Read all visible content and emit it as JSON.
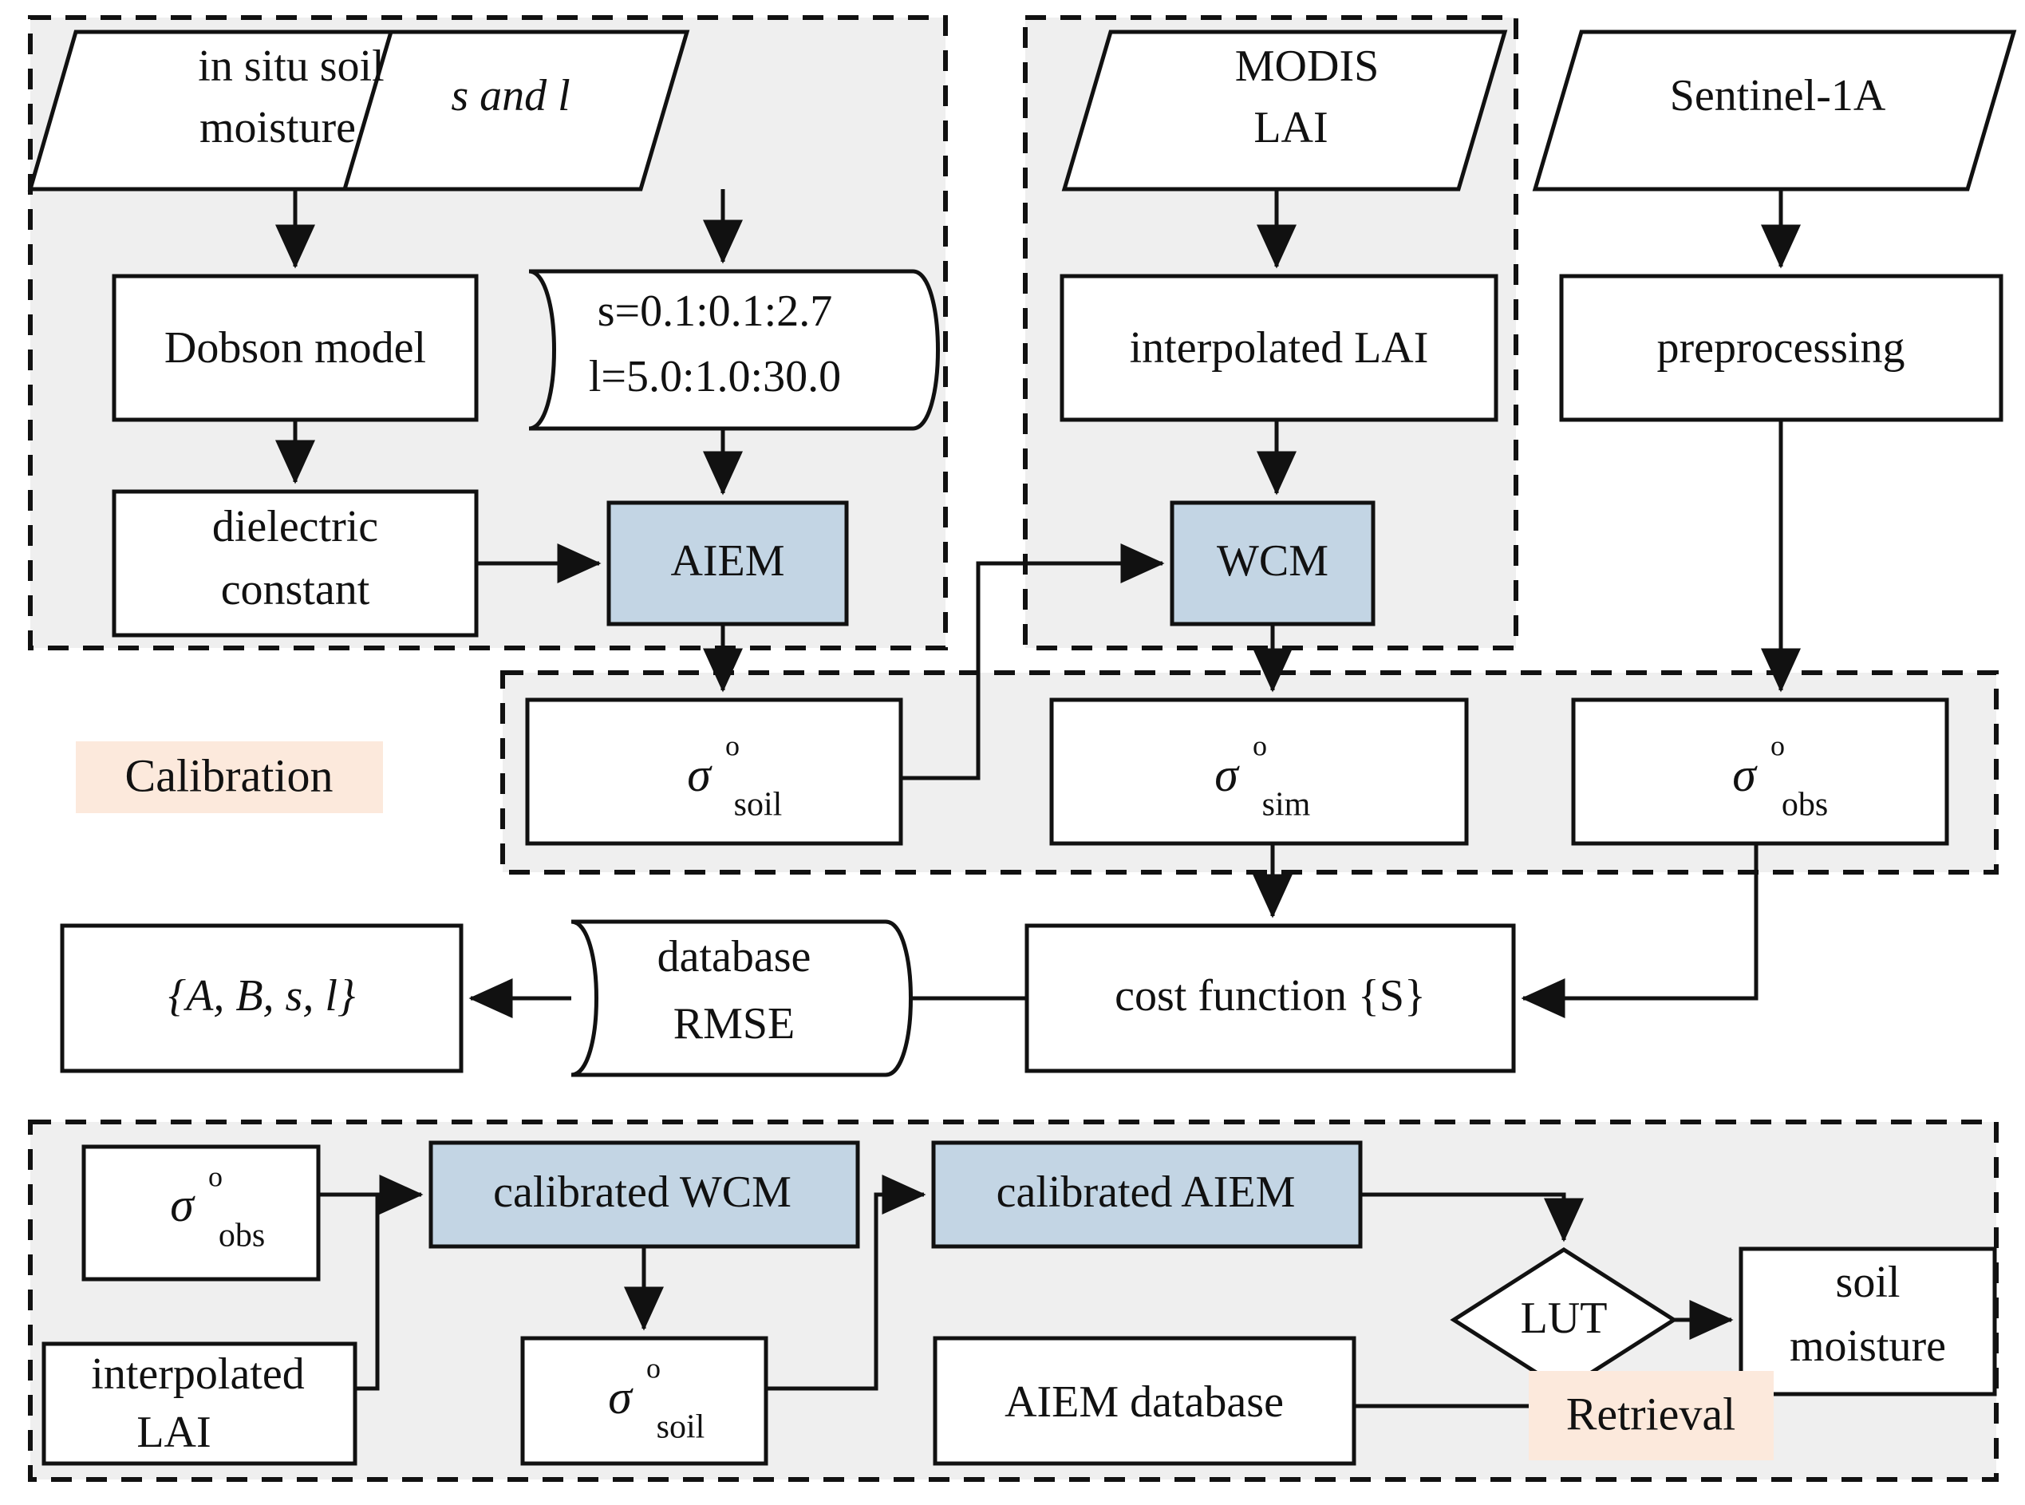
{
  "diagram": {
    "title": "Soil moisture retrieval workflow (AIEM + WCM calibration and retrieval)",
    "type": "flowchart",
    "colors": {
      "panel_fill": "#efefef",
      "panel_stroke": "#111111",
      "model_box_fill": "#c3d5e4",
      "node_fill": "#ffffff",
      "tag_fill": "#fce9dc",
      "line": "#111111"
    },
    "stage_tags": [
      {
        "id": "tag-calibration",
        "label": "Calibration"
      },
      {
        "id": "tag-retrieval",
        "label": "Retrieval"
      }
    ],
    "panels": [
      {
        "id": "panel-soil-params",
        "style": "dashed-gray"
      },
      {
        "id": "panel-vegetation",
        "style": "dashed-gray"
      },
      {
        "id": "panel-backscatter-band",
        "style": "dashed-gray"
      },
      {
        "id": "panel-retrieval",
        "style": "dashed-gray"
      }
    ],
    "nodes": {
      "in_situ_soil_moisture": {
        "label_line1": "in situ soil",
        "label_line2": "moisture",
        "shape": "parallelogram"
      },
      "s_and_l": {
        "label": "s and l",
        "italic_tokens": [
          "s",
          "l"
        ],
        "shape": "parallelogram"
      },
      "modis_lai": {
        "label_line1": "MODIS",
        "label_line2": "LAI",
        "shape": "parallelogram"
      },
      "sentinel_1a": {
        "label": "Sentinel-1A",
        "shape": "parallelogram"
      },
      "dobson_model": {
        "label": "Dobson model",
        "shape": "rect"
      },
      "param_ranges": {
        "label_line1": "s=0.1:0.1:2.7",
        "label_line2": "l=5.0:1.0:30.0",
        "shape": "tape"
      },
      "interpolated_lai": {
        "label": "interpolated LAI",
        "shape": "rect"
      },
      "preprocessing": {
        "label": "preprocessing",
        "shape": "rect"
      },
      "dielectric_constant": {
        "label_line1": "dielectric",
        "label_line2": "constant",
        "shape": "rect"
      },
      "aiem": {
        "label": "AIEM",
        "shape": "rect",
        "fill": "model"
      },
      "wcm": {
        "label": "WCM",
        "shape": "rect",
        "fill": "model"
      },
      "sigma_soil": {
        "symbol": "σ",
        "superscript": "o",
        "subscript": "soil",
        "shape": "rect"
      },
      "sigma_sim": {
        "symbol": "σ",
        "superscript": "o",
        "subscript": "sim",
        "shape": "rect"
      },
      "sigma_obs": {
        "symbol": "σ",
        "superscript": "o",
        "subscript": "obs",
        "shape": "rect"
      },
      "params_out": {
        "label": "{A, B, s, l}",
        "shape": "rect"
      },
      "database_rmse": {
        "label_line1": "database",
        "label_line2": "RMSE",
        "shape": "tape"
      },
      "cost_function": {
        "label": "cost function {S}",
        "shape": "rect"
      },
      "r_sigma_obs": {
        "symbol": "σ",
        "superscript": "o",
        "subscript": "obs",
        "shape": "rect"
      },
      "r_interpolated_lai": {
        "label_line1": "interpolated",
        "label_line2": "LAI",
        "shape": "rect"
      },
      "calibrated_wcm": {
        "label": "calibrated WCM",
        "shape": "rect",
        "fill": "model"
      },
      "calibrated_aiem": {
        "label": "calibrated AIEM",
        "shape": "rect",
        "fill": "model"
      },
      "r_sigma_soil": {
        "symbol": "σ",
        "superscript": "o",
        "subscript": "soil",
        "shape": "rect"
      },
      "aiem_database": {
        "label": "AIEM database",
        "shape": "rect"
      },
      "lut": {
        "label": "LUT",
        "shape": "diamond"
      },
      "soil_moisture": {
        "label_line1": "soil",
        "label_line2": "moisture",
        "shape": "rect"
      }
    },
    "edges": [
      {
        "from": "in_situ_soil_moisture",
        "to": "dobson_model"
      },
      {
        "from": "dobson_model",
        "to": "dielectric_constant"
      },
      {
        "from": "dielectric_constant",
        "to": "aiem"
      },
      {
        "from": "s_and_l",
        "to": "param_ranges"
      },
      {
        "from": "param_ranges",
        "to": "aiem"
      },
      {
        "from": "aiem",
        "to": "sigma_soil"
      },
      {
        "from": "modis_lai",
        "to": "interpolated_lai"
      },
      {
        "from": "interpolated_lai",
        "to": "wcm"
      },
      {
        "from": "sigma_soil",
        "to": "wcm"
      },
      {
        "from": "wcm",
        "to": "sigma_sim"
      },
      {
        "from": "sentinel_1a",
        "to": "preprocessing"
      },
      {
        "from": "preprocessing",
        "to": "sigma_obs"
      },
      {
        "from": "sigma_sim",
        "to": "cost_function"
      },
      {
        "from": "sigma_obs",
        "to": "cost_function"
      },
      {
        "from": "cost_function",
        "to": "database_rmse"
      },
      {
        "from": "database_rmse",
        "to": "params_out"
      },
      {
        "from": "r_sigma_obs",
        "to": "calibrated_wcm"
      },
      {
        "from": "r_interpolated_lai",
        "to": "calibrated_wcm"
      },
      {
        "from": "calibrated_wcm",
        "to": "r_sigma_soil"
      },
      {
        "from": "r_sigma_soil",
        "to": "calibrated_aiem"
      },
      {
        "from": "calibrated_aiem",
        "to": "lut"
      },
      {
        "from": "aiem_database",
        "to": "lut"
      },
      {
        "from": "lut",
        "to": "soil_moisture"
      }
    ]
  }
}
